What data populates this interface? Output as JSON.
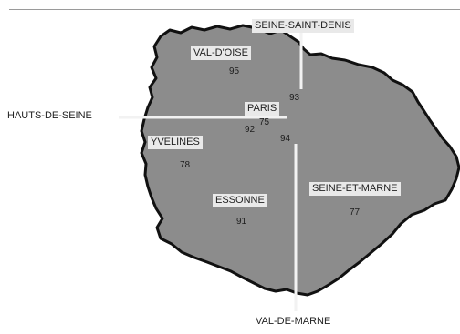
{
  "map": {
    "fill_color": "#8c8c8c",
    "outline_color": "#111111",
    "leader_color": "#f2f2f2",
    "departments": [
      {
        "name": "SEINE-SAINT-DENIS",
        "code": "93"
      },
      {
        "name": "VAL-D'OISE",
        "code": "95"
      },
      {
        "name": "PARIS",
        "code": "75"
      },
      {
        "name": "HAUTS-DE-SEINE",
        "code": "92"
      },
      {
        "name": "YVELINES",
        "code": "78"
      },
      {
        "name": "VAL-DE-MARNE",
        "code": "94"
      },
      {
        "name": "ESSONNE",
        "code": "91"
      },
      {
        "name": "SEINE-ET-MARNE",
        "code": "77"
      }
    ]
  }
}
